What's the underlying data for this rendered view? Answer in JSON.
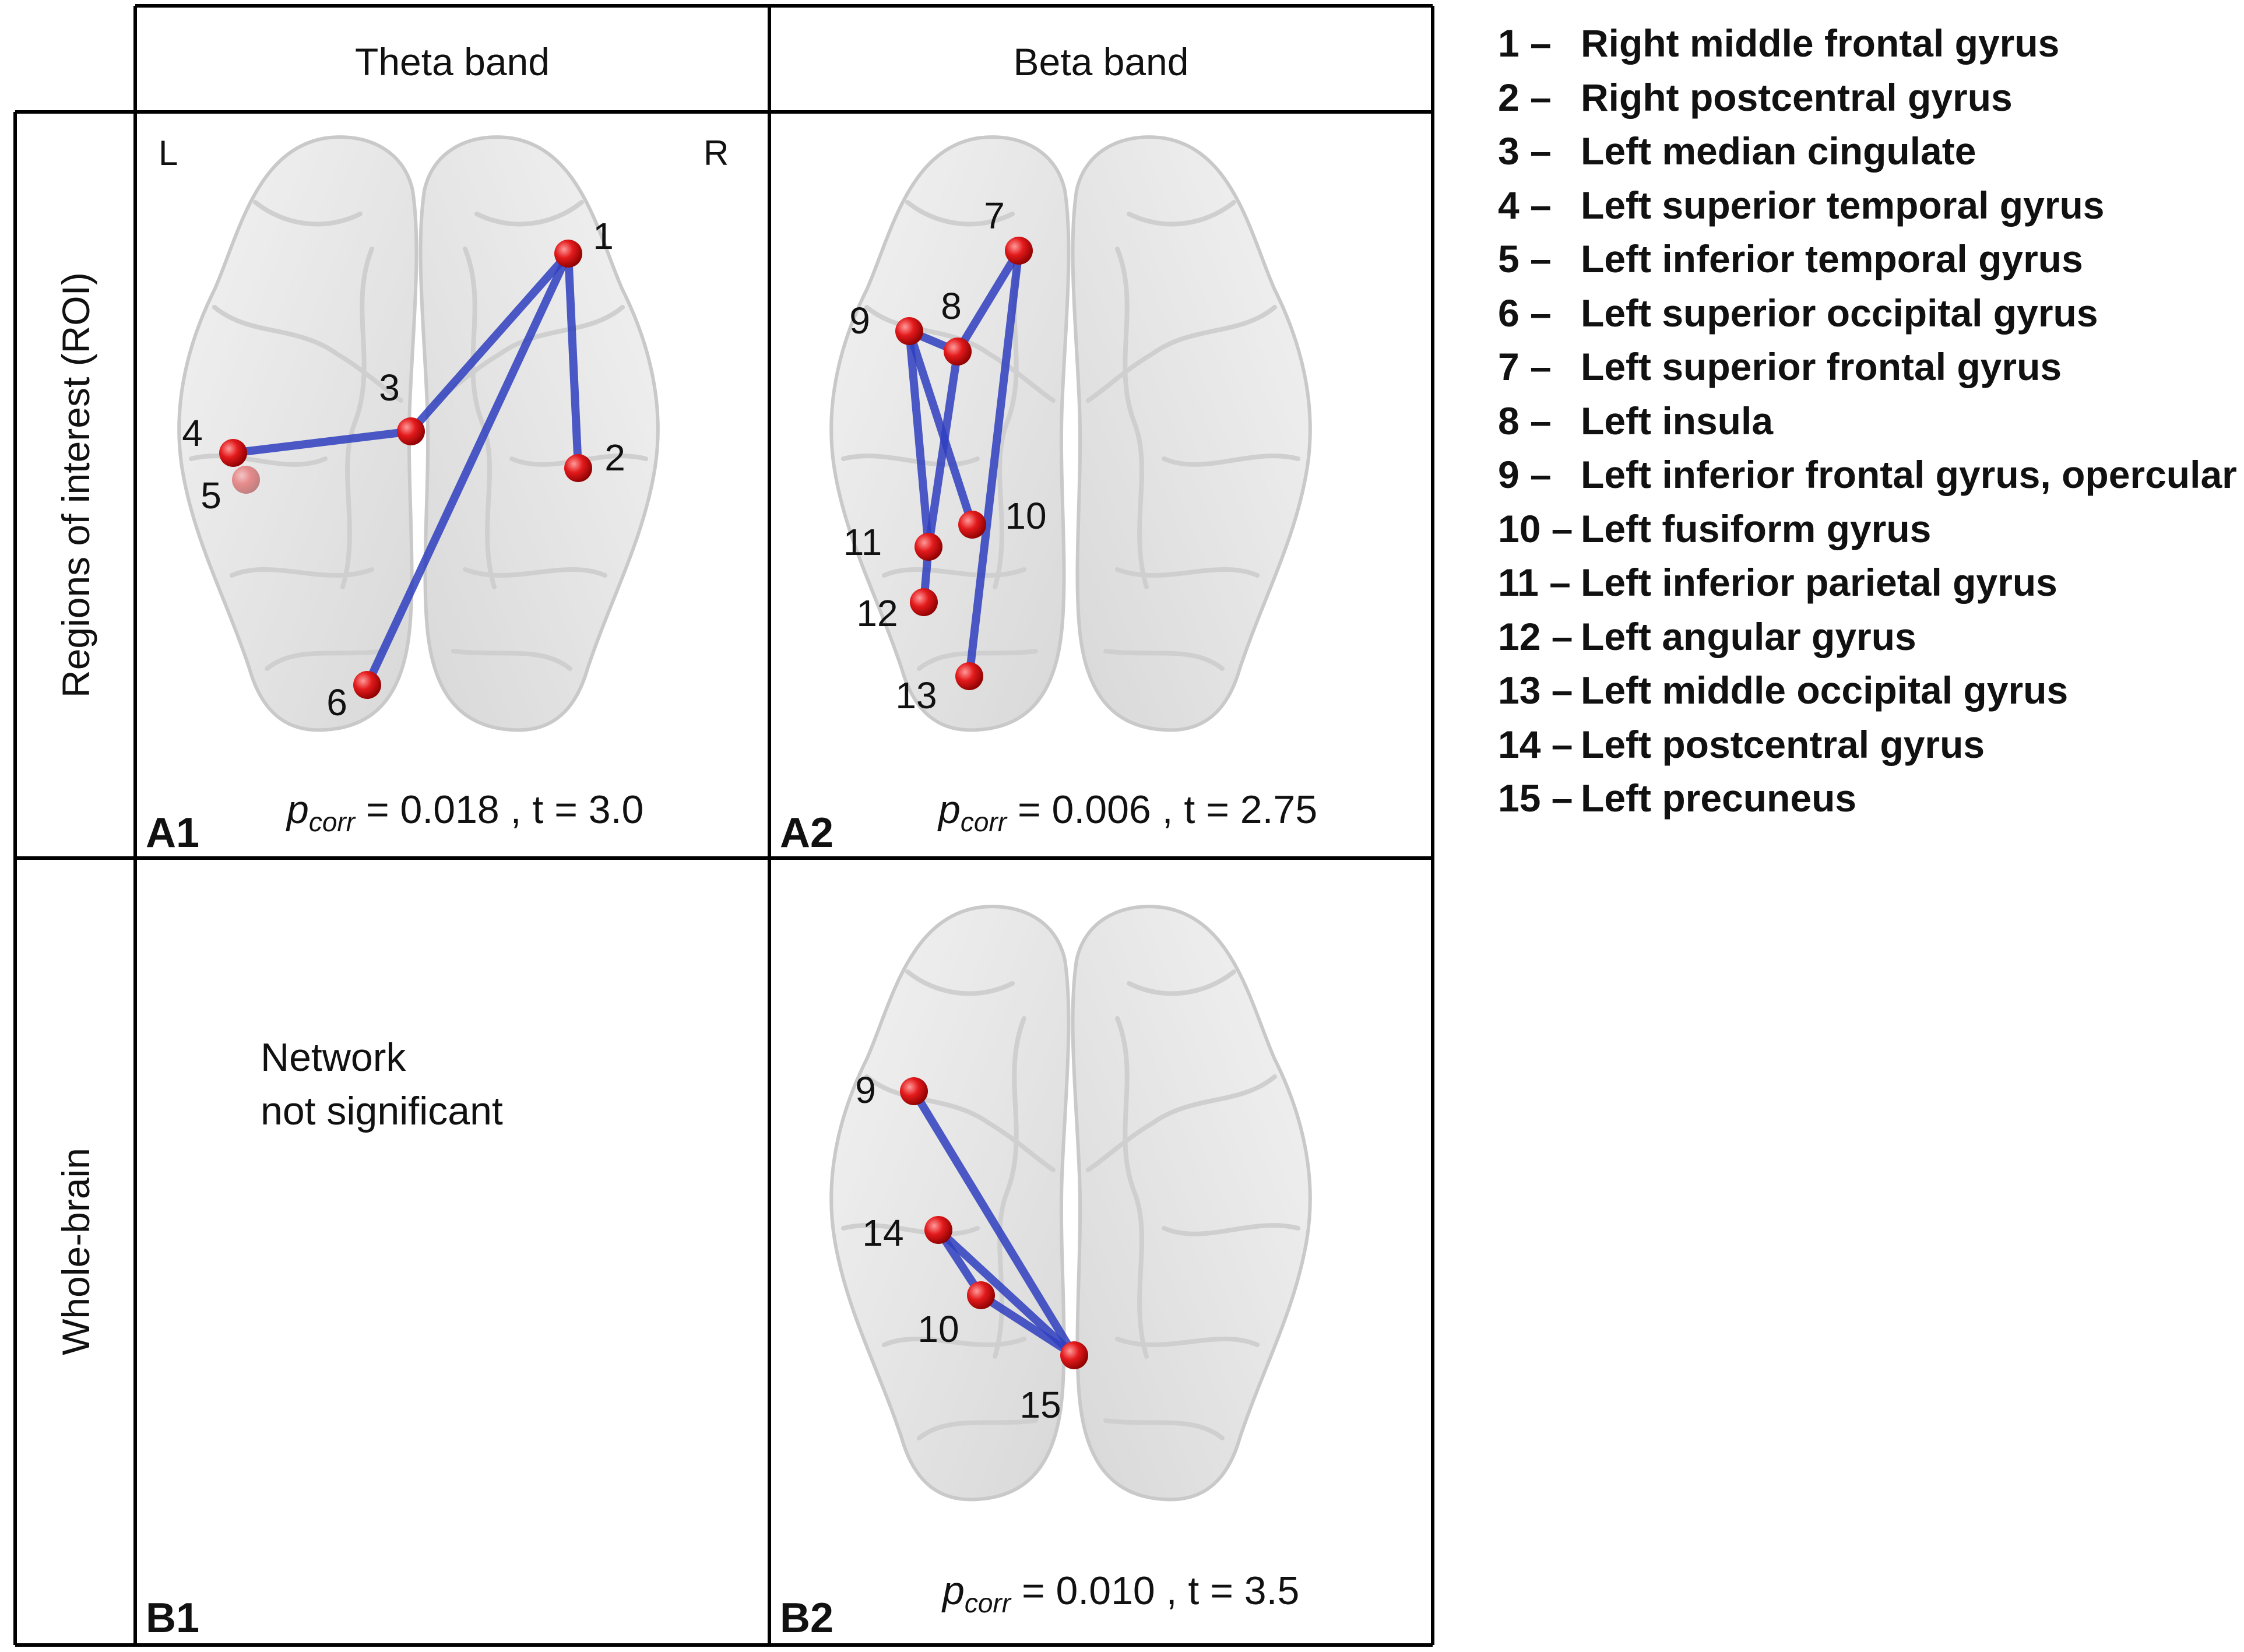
{
  "columns": [
    "Theta band",
    "Beta band"
  ],
  "rows": [
    "Regions of interest (ROI)",
    "Whole-brain"
  ],
  "hemisphere_labels": {
    "left": "L",
    "right": "R"
  },
  "panels": {
    "A1": {
      "id": "A1",
      "stat_p": "p",
      "stat_sub": "corr",
      "stat_rest": " = 0.018 , t = 3.0"
    },
    "A2": {
      "id": "A2",
      "stat_p": "p",
      "stat_sub": "corr",
      "stat_rest": " = 0.006 , t = 2.75"
    },
    "B1": {
      "id": "B1",
      "message_line1": "Network",
      "message_line2": "not significant"
    },
    "B2": {
      "id": "B2",
      "stat_p": "p",
      "stat_sub": "corr",
      "stat_rest": " = 0.010 , t = 3.5"
    }
  },
  "networks": {
    "A1": {
      "nodes": [
        "1",
        "2",
        "3",
        "4",
        "5",
        "6"
      ],
      "edges": [
        [
          "1",
          "3"
        ],
        [
          "1",
          "2"
        ],
        [
          "1",
          "6"
        ],
        [
          "3",
          "4"
        ]
      ]
    },
    "A2": {
      "nodes": [
        "7",
        "8",
        "9",
        "10",
        "11",
        "12",
        "13"
      ],
      "edges": [
        [
          "9",
          "8"
        ],
        [
          "8",
          "7"
        ],
        [
          "7",
          "13"
        ],
        [
          "9",
          "11"
        ],
        [
          "9",
          "10"
        ],
        [
          "8",
          "11"
        ],
        [
          "11",
          "12"
        ]
      ]
    },
    "B2": {
      "nodes": [
        "9",
        "14",
        "10",
        "15"
      ],
      "edges": [
        [
          "9",
          "15"
        ],
        [
          "14",
          "10"
        ],
        [
          "14",
          "15"
        ],
        [
          "10",
          "15"
        ]
      ]
    }
  },
  "legend": [
    {
      "num": "1 –",
      "label": "Right middle frontal gyrus"
    },
    {
      "num": "2 –",
      "label": "Right postcentral gyrus"
    },
    {
      "num": "3 –",
      "label": "Left median cingulate"
    },
    {
      "num": "4 –",
      "label": "Left superior temporal gyrus"
    },
    {
      "num": "5 –",
      "label": "Left inferior temporal gyrus"
    },
    {
      "num": "6 –",
      "label": "Left superior occipital gyrus"
    },
    {
      "num": "7 –",
      "label": "Left superior frontal gyrus"
    },
    {
      "num": "8 –",
      "label": "Left insula"
    },
    {
      "num": "9 –",
      "label": "Left inferior frontal gyrus, opercular"
    },
    {
      "num": "10 –",
      "label": "Left fusiform gyrus"
    },
    {
      "num": "11 –",
      "label": "Left inferior parietal gyrus"
    },
    {
      "num": "12 –",
      "label": "Left angular gyrus"
    },
    {
      "num": "13 –",
      "label": "Left middle occipital gyrus"
    },
    {
      "num": "14 –",
      "label": "Left postcentral gyrus"
    },
    {
      "num": "15 –",
      "label": "Left precuneus"
    }
  ],
  "colors": {
    "node": "#e31a1c",
    "edge": "#2f3fc0",
    "brain": "#e4e4e4",
    "grid": "#000000"
  }
}
